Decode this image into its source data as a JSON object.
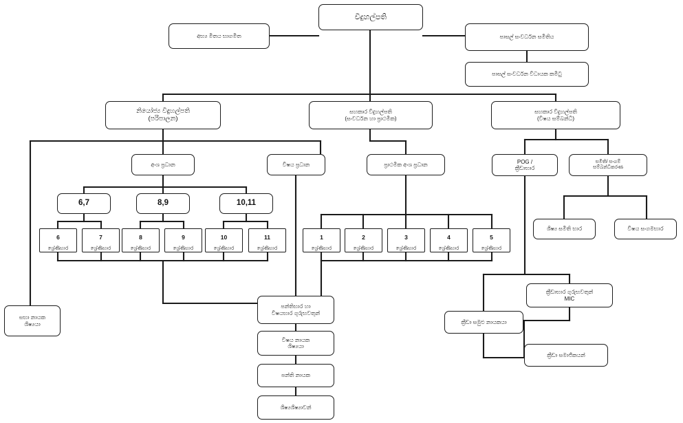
{
  "meta": {
    "title": "පාසල් සංවිධාන ව්‍යුහය",
    "language": "Sinhala",
    "chart_type": "organizational-hierarchy"
  },
  "colors": {
    "background": "#ffffff",
    "border": "#1a1a1a",
    "text": "#111111"
  },
  "nodes": {
    "principal": "විදුහල්පති",
    "internal_audit": "අභ්‍ය මිතය භාගමිත",
    "sds_society": "පාසල් සංවර්ධන සමිතිය",
    "sds_exec": "පාසල් සංවර්ධන විධායක කමිටු",
    "deputy_admin": "නියෝජ්‍ය විදුහල්පති\n(පරිපාලන)",
    "assistant_dev": "සහකාර විදුහල්පති\n(සංවර්ධන හා ප්‍රාථමික)",
    "assistant_subject": "සහකාර විදුහල්පති\n(විෂය සම්බන්ධී)",
    "section_head": "අංශ ප්‍රධාන",
    "subject_head": "විෂය ප්‍රධාන",
    "primary_section_head": "ප්‍රාථමික අංශ ප්‍රධාන",
    "pog_sports": "POG /\nක්‍රීඩාභාර",
    "societies_coord": "සමිති/ සංගම්\nසම්බන්ධීකරණ",
    "student_society": "ශිෂ්‍ය සමිති භාර",
    "subject_association": "විෂය සංගමභාර",
    "head_prefect": "සභා නායක\nශිෂ්‍යයා",
    "class_subject_teachers": "පන්තිභාර හා\nවිෂයභාර ගුරුභවතුන්",
    "subject_leader_student": "විෂය නායක\nශිෂ්‍යයා",
    "class_leader": "පන්ති නායක",
    "students": "ශිෂ්‍යශිෂ්‍යාවන්",
    "sports_teacher_mic": "ක්‍රීඩාභාර ගුරුභවතුන්\nMIC",
    "sports_club_leader": "ක්‍රීඩා සමුළු නායකයා",
    "sports_members": "ක්‍රීඩා සමාජිකයන්"
  },
  "grade_groups": [
    {
      "id": "g67",
      "label": "6,7"
    },
    {
      "id": "g89",
      "label": "8,9"
    },
    {
      "id": "g1011",
      "label": "10,11"
    }
  ],
  "grade_charge_suffix": "ශ්‍රේණිභාර",
  "secondary_grades": [
    {
      "number": "6",
      "label": "ශ්‍රේණිභාර"
    },
    {
      "number": "7",
      "label": "ශ්‍රේණිභාර"
    },
    {
      "number": "8",
      "label": "ශ්‍රේණිභාර"
    },
    {
      "number": "9",
      "label": "ශ්‍රේණිභාර"
    },
    {
      "number": "10",
      "label": "ශ්‍රේණිභාර"
    },
    {
      "number": "11",
      "label": "ශ්‍රේණිභාර"
    }
  ],
  "primary_grades": [
    {
      "number": "1",
      "label": "ශ්‍රේණිභාර"
    },
    {
      "number": "2",
      "label": "ශ්‍රේණිභාර"
    },
    {
      "number": "3",
      "label": "ශ්‍රේණිභාර"
    },
    {
      "number": "4",
      "label": "ශ්‍රේණිභාර"
    },
    {
      "number": "5",
      "label": "ශ්‍රේණිභාර"
    }
  ]
}
